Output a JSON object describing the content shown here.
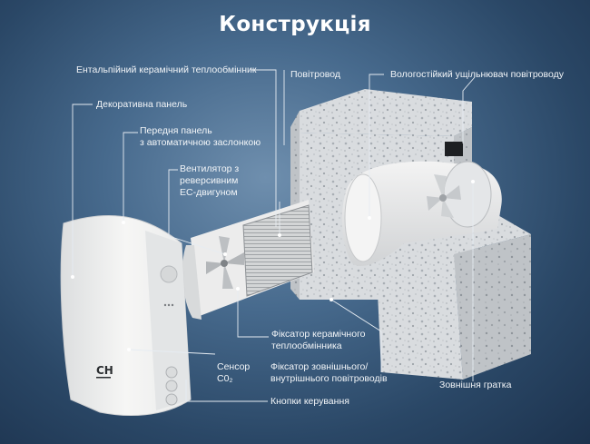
{
  "title": "Конструкція",
  "labels": {
    "heat_exchanger": "Ентальпійний керамічний теплообмінник",
    "air_duct": "Повітровод",
    "duct_seal": "Вологостійкий ущільнювач повітроводу",
    "decor_panel": "Декоративна панель",
    "front_panel_line1": "Передня панель",
    "front_panel_line2": "з автоматичною заслонкою",
    "fan_line1": "Вентилятор з",
    "fan_line2": "реверсивним",
    "fan_line3": "ЕС-двигуном",
    "ceramic_fixer_line1": "Фіксатор керамічного",
    "ceramic_fixer_line2": "теплообмінника",
    "co2_sensor_line1": "Сенсор",
    "co2_sensor_line2": "C0₂",
    "duct_fixer_line1": "Фіксатор зовнішнього/",
    "duct_fixer_line2": "внутрішнього повітроводів",
    "outer_grille": "Зовнішня гратка",
    "control_buttons": "Кнопки керування"
  },
  "logo_text": "CH",
  "colors": {
    "label_text": "#f2f5f8",
    "leader_line": "#e6ecf2",
    "device_white": "#f1f1f0"
  }
}
